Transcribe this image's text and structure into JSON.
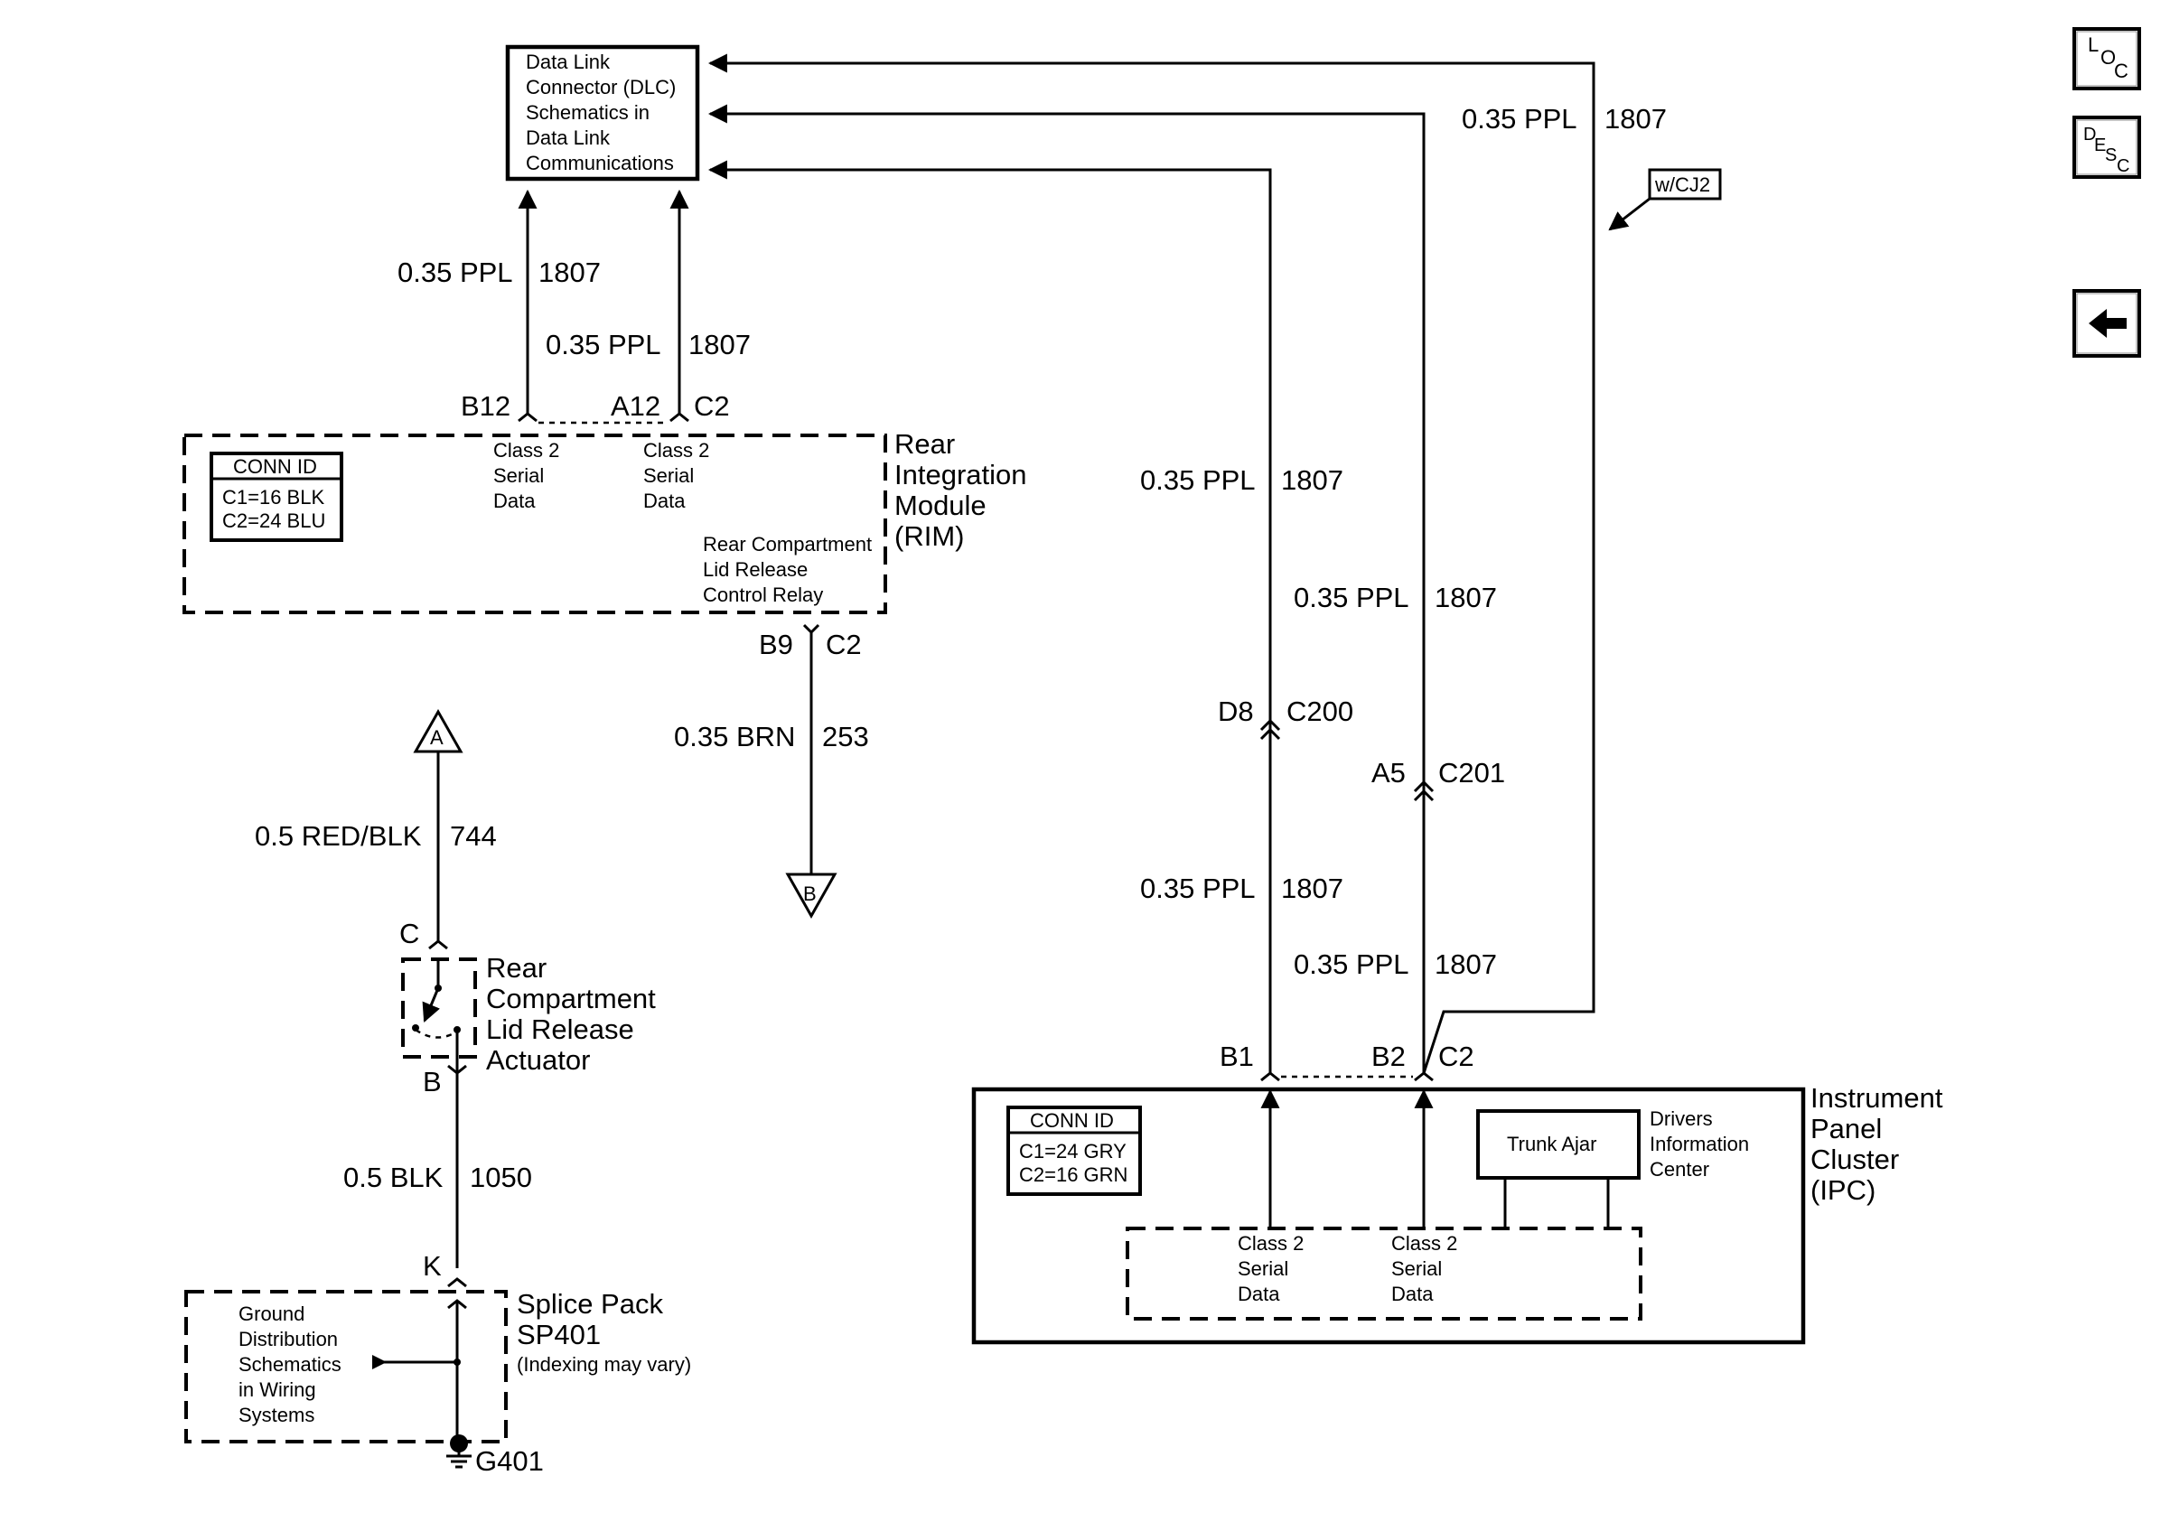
{
  "nav": {
    "loc": {
      "a": "L",
      "b": "O",
      "c": "C"
    },
    "desc": {
      "a": "D",
      "b": "E",
      "c": "S",
      "d": "C"
    }
  },
  "dlc": {
    "lines": [
      "Data Link",
      "Connector (DLC)",
      "Schematics in",
      "Data Link",
      "Communications"
    ]
  },
  "circuit_1807": {
    "size_color": "0.35 PPL",
    "number": "1807"
  },
  "option_tag": "w/CJ2",
  "rim": {
    "title_lines": [
      "Rear",
      "Integration",
      "Module",
      "(RIM)"
    ],
    "pins": {
      "b12": "B12",
      "a12": "A12",
      "c2_top": "C2",
      "b9": "B9",
      "c2_bottom": "C2"
    },
    "conn_id": {
      "header": "CONN ID",
      "rows": [
        "C1=16 BLK",
        "C2=24 BLU"
      ]
    },
    "class2_lines": [
      "Class 2",
      "Serial",
      "Data"
    ],
    "relay_lines": [
      "Rear Compartment",
      "Lid Release",
      "Control Relay"
    ]
  },
  "circuit_253": {
    "size_color": "0.35 BRN",
    "number": "253"
  },
  "circuit_744": {
    "size_color": "0.5 RED/BLK",
    "number": "744"
  },
  "circuit_1050": {
    "size_color": "0.5 BLK",
    "number": "1050"
  },
  "off_page": {
    "a": "A",
    "b": "B"
  },
  "actuator": {
    "title_lines": [
      "Rear",
      "Compartment",
      "Lid Release",
      "Actuator"
    ],
    "pin_c": "C",
    "pin_b": "B"
  },
  "splice": {
    "title_lines": [
      "Splice Pack",
      "SP401"
    ],
    "note": "(Indexing may vary)",
    "pin_k": "K",
    "ground_lines": [
      "Ground",
      "Distribution",
      "Schematics",
      "in Wiring",
      "Systems"
    ],
    "ground_id": "G401"
  },
  "connectors": {
    "c200": {
      "pin": "D8",
      "name": "C200"
    },
    "c201": {
      "pin": "A5",
      "name": "C201"
    }
  },
  "ipc": {
    "title_lines": [
      "Instrument",
      "Panel",
      "Cluster",
      "(IPC)"
    ],
    "pins": {
      "b1": "B1",
      "b2": "B2",
      "c2": "C2"
    },
    "conn_id": {
      "header": "CONN ID",
      "rows": [
        "C1=24 GRY",
        "C2=16 GRN"
      ]
    },
    "class2_lines": [
      "Class 2",
      "Serial",
      "Data"
    ],
    "trunk_ajar": "Trunk Ajar",
    "dic_lines": [
      "Drivers",
      "Information",
      "Center"
    ]
  }
}
